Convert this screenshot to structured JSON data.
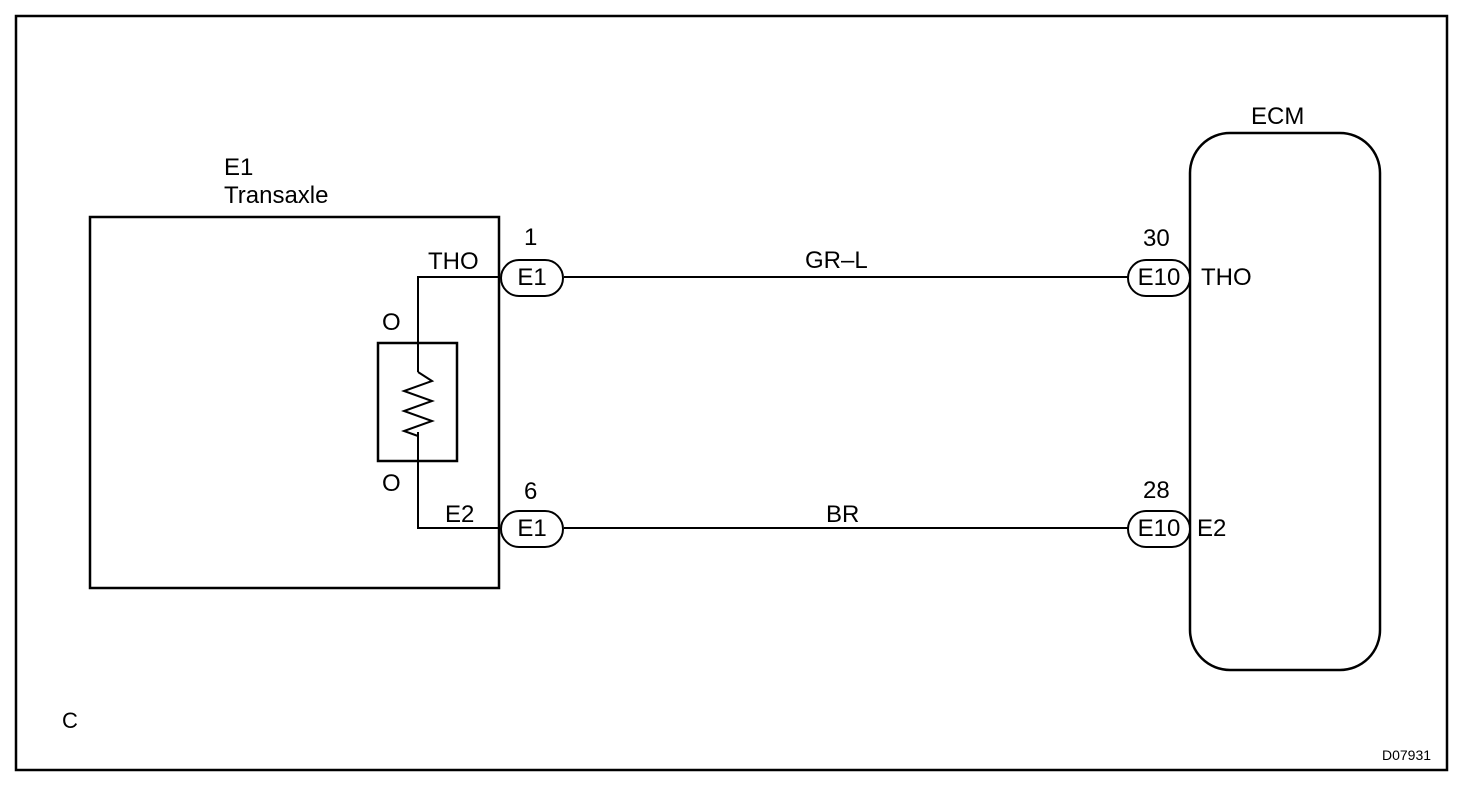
{
  "sensor": {
    "connector_id": "E1",
    "component_name": "Transaxle",
    "terminal_thermistor": "O",
    "terminal_ground": "O"
  },
  "ecm": {
    "title": "ECM"
  },
  "wires": [
    {
      "name": "THO",
      "color_code": "GR–L",
      "sensor_pin_number": "1",
      "sensor_connector": "E1",
      "sensor_signal_label": "THO",
      "ecm_pin_number": "30",
      "ecm_connector": "E10",
      "ecm_signal_label": "THO"
    },
    {
      "name": "E2",
      "color_code": "BR",
      "sensor_pin_number": "6",
      "sensor_connector": "E1",
      "sensor_signal_label": "E2",
      "ecm_pin_number": "28",
      "ecm_connector": "E10",
      "ecm_signal_label": "E2"
    }
  ],
  "footer": {
    "corner_letter": "C",
    "figure_code": "D07931"
  }
}
